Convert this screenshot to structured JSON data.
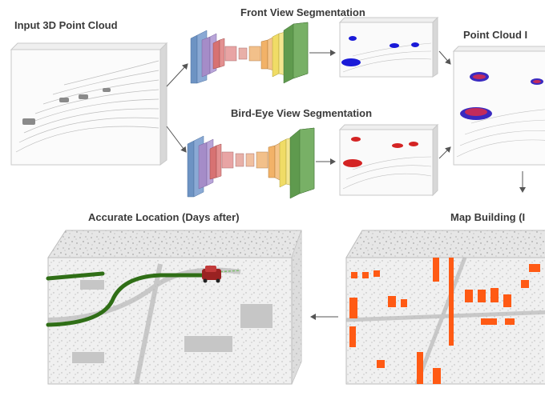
{
  "labels": {
    "input_cloud": "Input 3D Point Cloud",
    "front_view": "Front View Segmentation",
    "bev": "Bird-Eye View Segmentation",
    "point_cloud_cut": "Point Cloud I",
    "accurate_location": "Accurate Location (Days after)",
    "map_building_cut": "Map Building (I"
  },
  "colors": {
    "front_cars": "#1a1ad8",
    "bev_cars": "#d42424",
    "map_objects": "#ff5a14",
    "trajectory": "#2f6e16",
    "arrow": "#555555",
    "net_blue": "#6d93c3",
    "net_purple": "#a58cc8",
    "net_red": "#d77272",
    "net_pink": "#e8a4a4",
    "net_orange": "#f2b268",
    "net_yellow": "#f0dc66",
    "net_green": "#5f9a4e"
  },
  "icons": {
    "network": "encoder-decoder-network-icon",
    "vehicle": "red-car-icon"
  }
}
